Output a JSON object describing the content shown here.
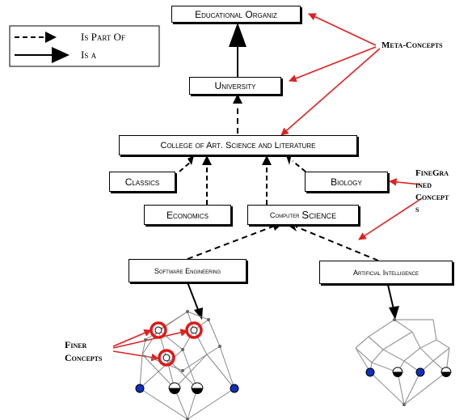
{
  "legend": {
    "part_of": "Is Part Of",
    "is_a": "Is a"
  },
  "nodes": {
    "educational_org": "Educational Organiz",
    "university": "University",
    "college": "College of  Art. Science and Literature",
    "classics": "Classics",
    "biology": "Biology",
    "economics": "Economics",
    "computer_science_small": "Computer",
    "computer_science_big": "Science",
    "software_engineering": "Software Engineering",
    "artificial_intelligence": "Artificial Intelligence"
  },
  "annotations": {
    "meta_concepts": "Meta-Concepts",
    "fine_grained_1": "FineGra",
    "fine_grained_2": "ined",
    "fine_grained_3": "Concept",
    "fine_grained_4": "s",
    "finer_1": "Finer",
    "finer_2": "Concepts"
  },
  "colors": {
    "annotation_arrow": "#e02020",
    "lattice_line": "#888888",
    "blue_node": "#1030c0",
    "ring": "#e01818"
  }
}
